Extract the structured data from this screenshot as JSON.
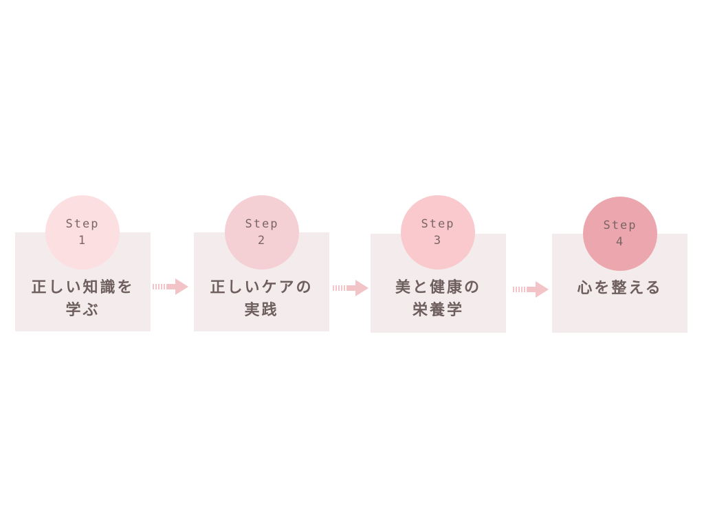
{
  "steps": [
    {
      "step_label": "Step",
      "step_number": "1",
      "title_lines": [
        "正しい知識を",
        "学ぶ"
      ],
      "circle_color": "#fcdfe1"
    },
    {
      "step_label": "Step",
      "step_number": "2",
      "title_lines": [
        "正しいケアの",
        "実践"
      ],
      "circle_color": "#f4cfd4"
    },
    {
      "step_label": "Step",
      "step_number": "3",
      "title_lines": [
        "美と健康の",
        "栄養学"
      ],
      "circle_color": "#f9c9cd"
    },
    {
      "step_label": "Step",
      "step_number": "4",
      "title_lines": [
        "心を整える"
      ],
      "circle_color": "#eba7ad"
    }
  ],
  "colors": {
    "box_background": "#f4ecec",
    "arrow": "#f2c3c7",
    "text": "#6e5e5e"
  }
}
